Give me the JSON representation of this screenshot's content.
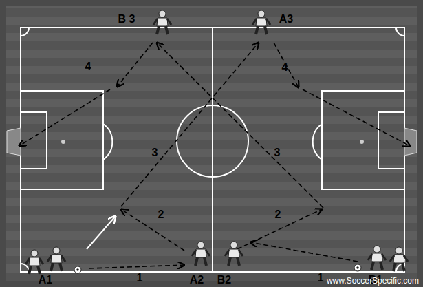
{
  "diagram": {
    "labels": [
      "B 3",
      "A3",
      "4",
      "4",
      "3",
      "3",
      "2",
      "2",
      "A1",
      "A2",
      "B2",
      "B1",
      "1",
      "1",
      "www.SoccerSpecific.com"
    ]
  }
}
